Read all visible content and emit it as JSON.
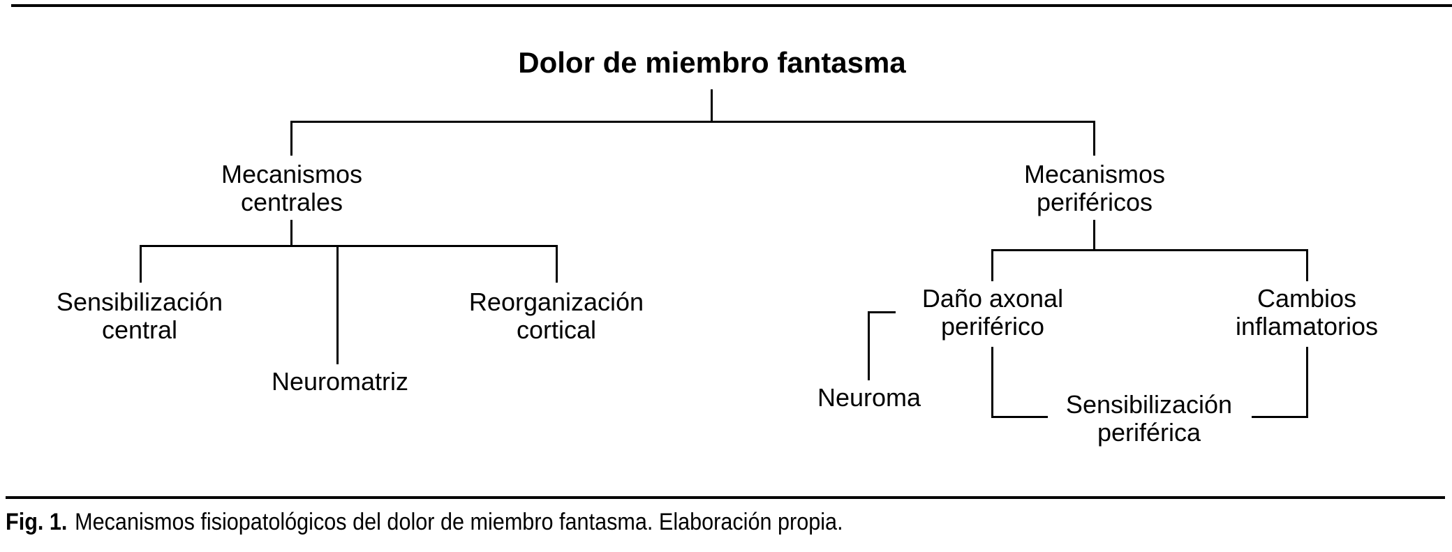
{
  "diagram": {
    "title": "Dolor de miembro fantasma",
    "central_branch": {
      "line1": "Mecanismos",
      "line2": "centrales",
      "children": {
        "sensibilizacion_central": {
          "line1": "Sensibilización",
          "line2": "central"
        },
        "neuromatriz": {
          "label": "Neuromatriz"
        },
        "reorganizacion_cortical": {
          "line1": "Reorganización",
          "line2": "cortical"
        }
      }
    },
    "peripheral_branch": {
      "line1": "Mecanismos",
      "line2": "periféricos",
      "children": {
        "dano_axonal": {
          "line1": "Daño axonal",
          "line2": "periférico"
        },
        "cambios_inflamatorios": {
          "line1": "Cambios",
          "line2": "inflamatorios"
        },
        "neuroma": {
          "label": "Neuroma"
        },
        "sensibilizacion_periferica": {
          "line1": "Sensibilización",
          "line2": "periférica"
        }
      }
    }
  },
  "caption": {
    "fig_label": "Fig. 1.",
    "text": "Mecanismos fisiopatológicos del dolor de miembro fantasma. Elaboración propia."
  },
  "colors": {
    "line": "#000000",
    "text": "#000000",
    "background": "#ffffff"
  }
}
